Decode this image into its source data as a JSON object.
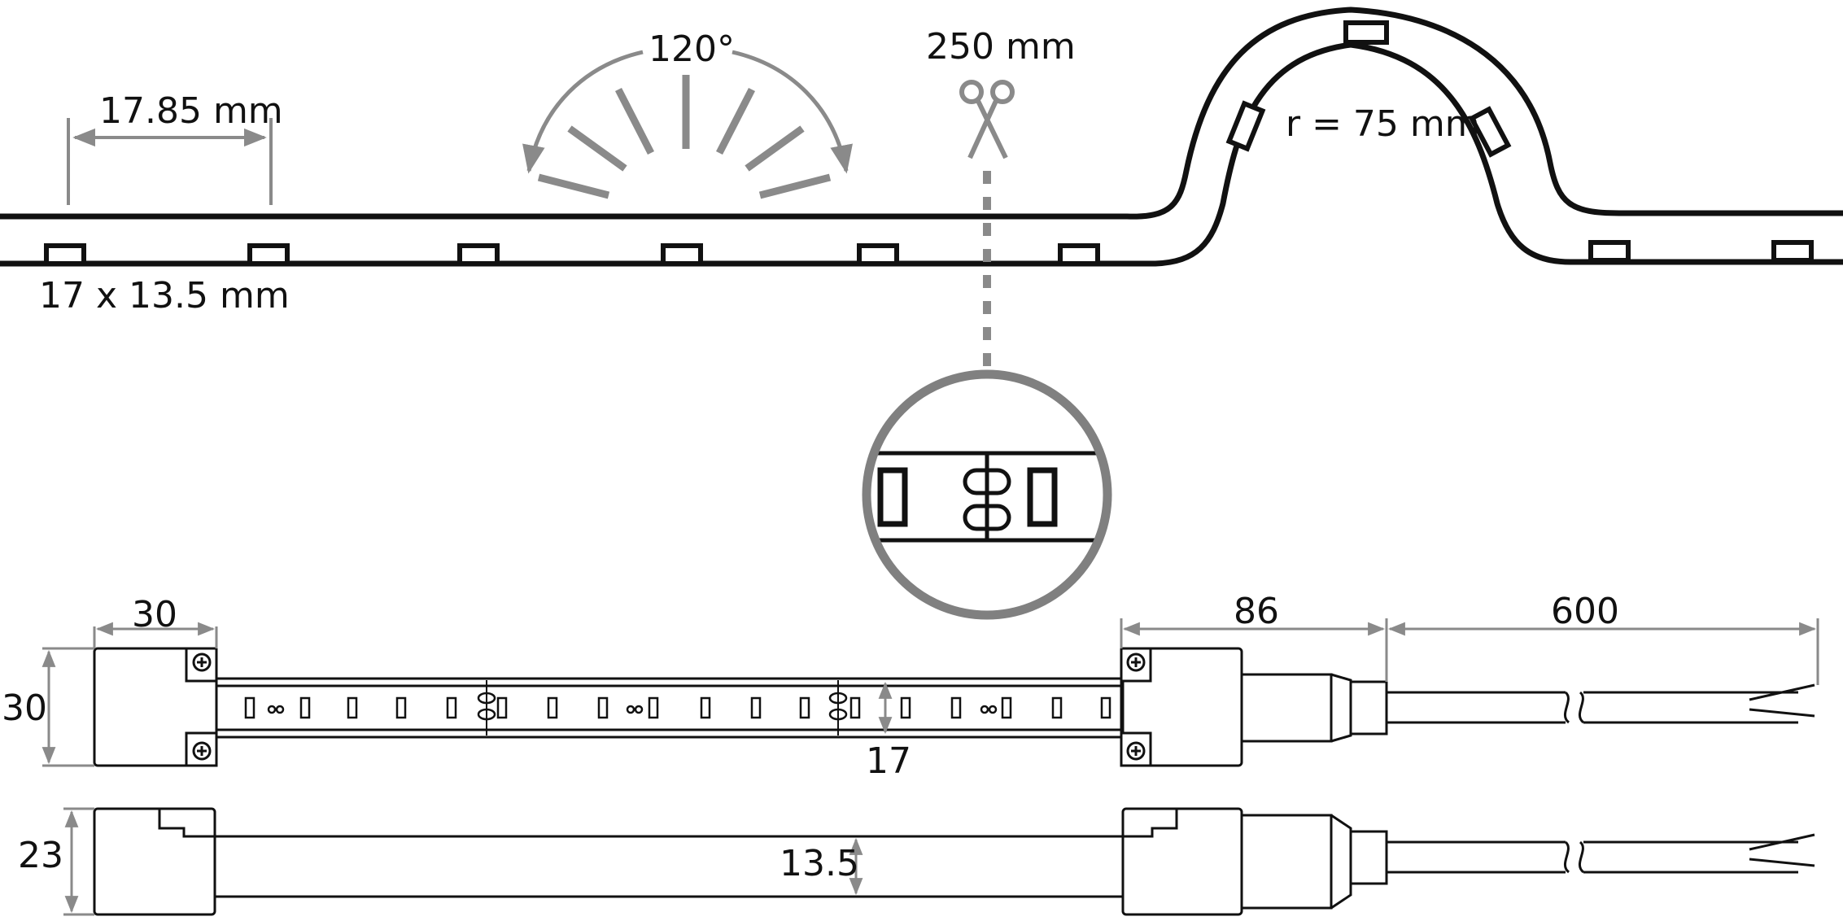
{
  "labels": {
    "led_pitch": "17.85 mm",
    "beam_angle": "120°",
    "cut_interval": "250 mm",
    "bend_radius": "r = 75 mm",
    "cross_section": "17 x 13.5 mm"
  },
  "top_view": {
    "end_cap_length": "30",
    "end_cap_height": "30",
    "strip_width": "17",
    "feed_cap_length": "86",
    "cable_length": "600"
  },
  "side_view": {
    "end_cap_height": "23",
    "strip_height": "13.5"
  },
  "colors": {
    "line": "#111111",
    "dimension": "#8a8a8a",
    "magnifier": "#808080",
    "background": "#ffffff"
  }
}
